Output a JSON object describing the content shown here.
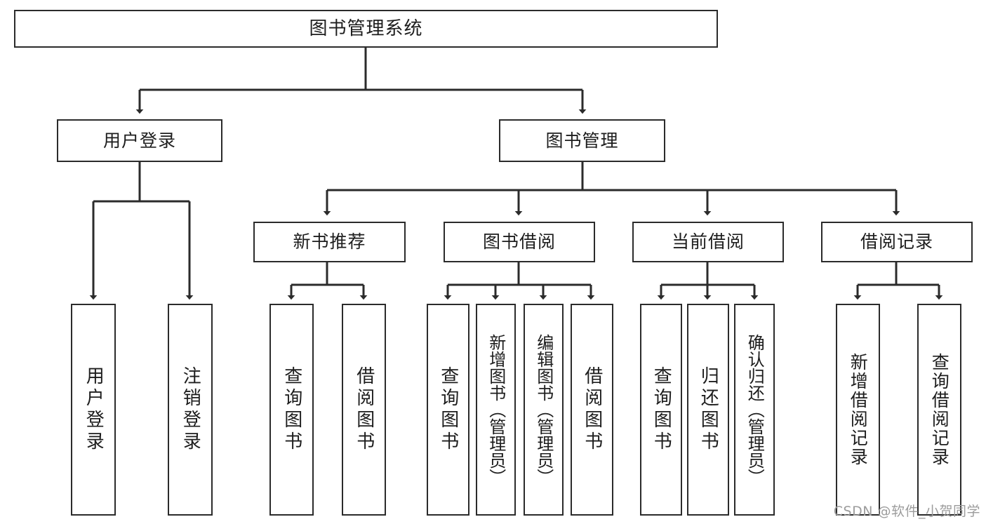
{
  "diagram": {
    "title": "图书管理系统",
    "watermark": "CSDN @软件_小贺同学",
    "colors": {
      "stroke": "#2b2b2b",
      "text": "#1d1d1d",
      "background": "#ffffff",
      "watermark": "#9c9c9c"
    },
    "nodes": {
      "root": {
        "label": "图书管理系统"
      },
      "level2": [
        {
          "id": "user-login",
          "label": "用户登录"
        },
        {
          "id": "book-management",
          "label": "图书管理"
        }
      ],
      "level3": [
        {
          "id": "new-book-recommend",
          "label": "新书推荐"
        },
        {
          "id": "book-borrow",
          "label": "图书借阅"
        },
        {
          "id": "current-borrow",
          "label": "当前借阅"
        },
        {
          "id": "borrow-record",
          "label": "借阅记录"
        }
      ],
      "leaves": {
        "user_login": [
          {
            "id": "leaf-user-login",
            "label": "用户登录"
          },
          {
            "id": "leaf-logout-login",
            "label": "注销登录"
          }
        ],
        "new_book_recommend": [
          {
            "id": "leaf-query-book-1",
            "label": "查询图书"
          },
          {
            "id": "leaf-borrow-book-1",
            "label": "借阅图书"
          }
        ],
        "book_borrow": [
          {
            "id": "leaf-query-book-2",
            "label": "查询图书"
          },
          {
            "id": "leaf-add-book",
            "label": "新增图书（管理员）"
          },
          {
            "id": "leaf-edit-book",
            "label": "编辑图书（管理员）"
          },
          {
            "id": "leaf-borrow-book-2",
            "label": "借阅图书"
          }
        ],
        "current_borrow": [
          {
            "id": "leaf-query-book-3",
            "label": "查询图书"
          },
          {
            "id": "leaf-return-book",
            "label": "归还图书"
          },
          {
            "id": "leaf-confirm-return",
            "label": "确认归还（管理员）"
          }
        ],
        "borrow_record": [
          {
            "id": "leaf-add-borrow-record",
            "label": "新增借阅记录"
          },
          {
            "id": "leaf-query-borrow-record",
            "label": "查询借阅记录"
          }
        ]
      }
    }
  }
}
